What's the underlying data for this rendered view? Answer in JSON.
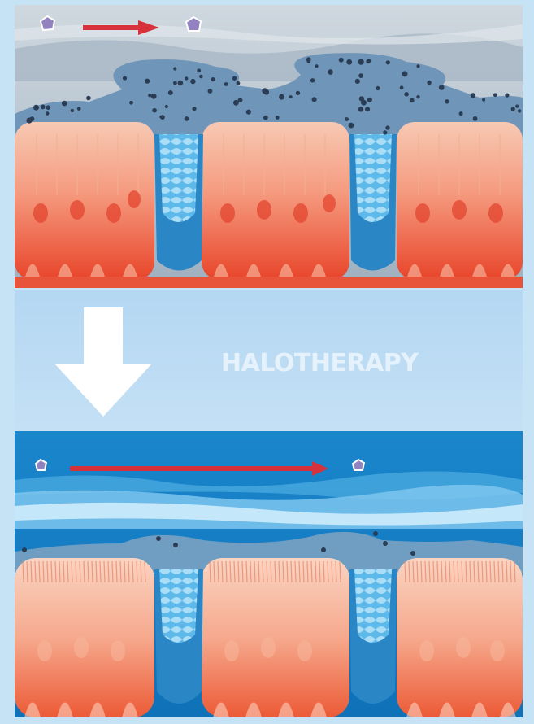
{
  "title": "HALOTHERAPY",
  "colors": {
    "frame": "#c6e3f5",
    "band": "#b9daf3",
    "arrow_main": "#ffffff",
    "label": "#e6f2fb",
    "flow_arrow": "#d7323b",
    "mucus_before": "#6f95b9",
    "mucus_after": "#6f9ec2",
    "airway_before": "#b3bfc9",
    "airway_after": "#1b8bcf",
    "cell_top": "#f5bfa8",
    "cell_base": "#ea4f30",
    "gland_fluid": "#6cc3ec",
    "particle": "#2a3d55",
    "pentagon": "#9283c0"
  },
  "panels": [
    {
      "state": "before",
      "flow": "short",
      "mucus": "thick",
      "particles": "many"
    },
    {
      "state": "after",
      "flow": "long",
      "mucus": "thin",
      "particles": "few"
    }
  ]
}
